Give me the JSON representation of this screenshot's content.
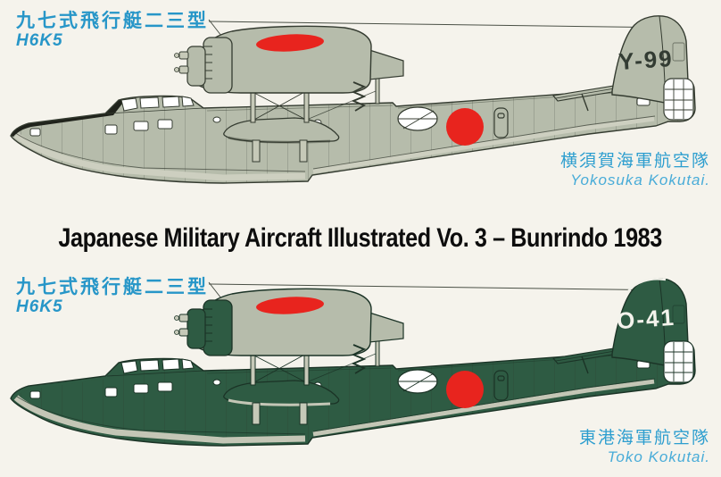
{
  "page": {
    "background_color": "#f5f3ec"
  },
  "title": {
    "text": "Japanese Military Aircraft Illustrated Vo. 3 – Bunrindo 1983",
    "color": "#0d0d0d"
  },
  "roundel_color": "#e8241e",
  "label_blue": "#2796c8",
  "aircraft_top": {
    "type_jp": "九七式飛行艇二三型",
    "type_code": "H6K5",
    "tail_code": "Y-99",
    "unit_jp": "横須賀海軍航空隊",
    "unit_en": "Yokosuka Kokutai.",
    "camouflage": {
      "hull": "#b6bcab",
      "belly": "#cdcfc0",
      "anti_glare": "#20231c",
      "tail_code_color": "#333c33"
    }
  },
  "aircraft_bottom": {
    "type_jp": "九七式飛行艇二三型",
    "type_code": "H6K5",
    "tail_code": "O-41",
    "unit_jp": "東港海軍航空隊",
    "unit_en": "Toko Kokutai.",
    "camouflage": {
      "hull": "#2e5b43",
      "belly": "#c4c6b6",
      "anti_glare": "#2e5b43",
      "tail_code_color": "#f4f3ec"
    }
  }
}
